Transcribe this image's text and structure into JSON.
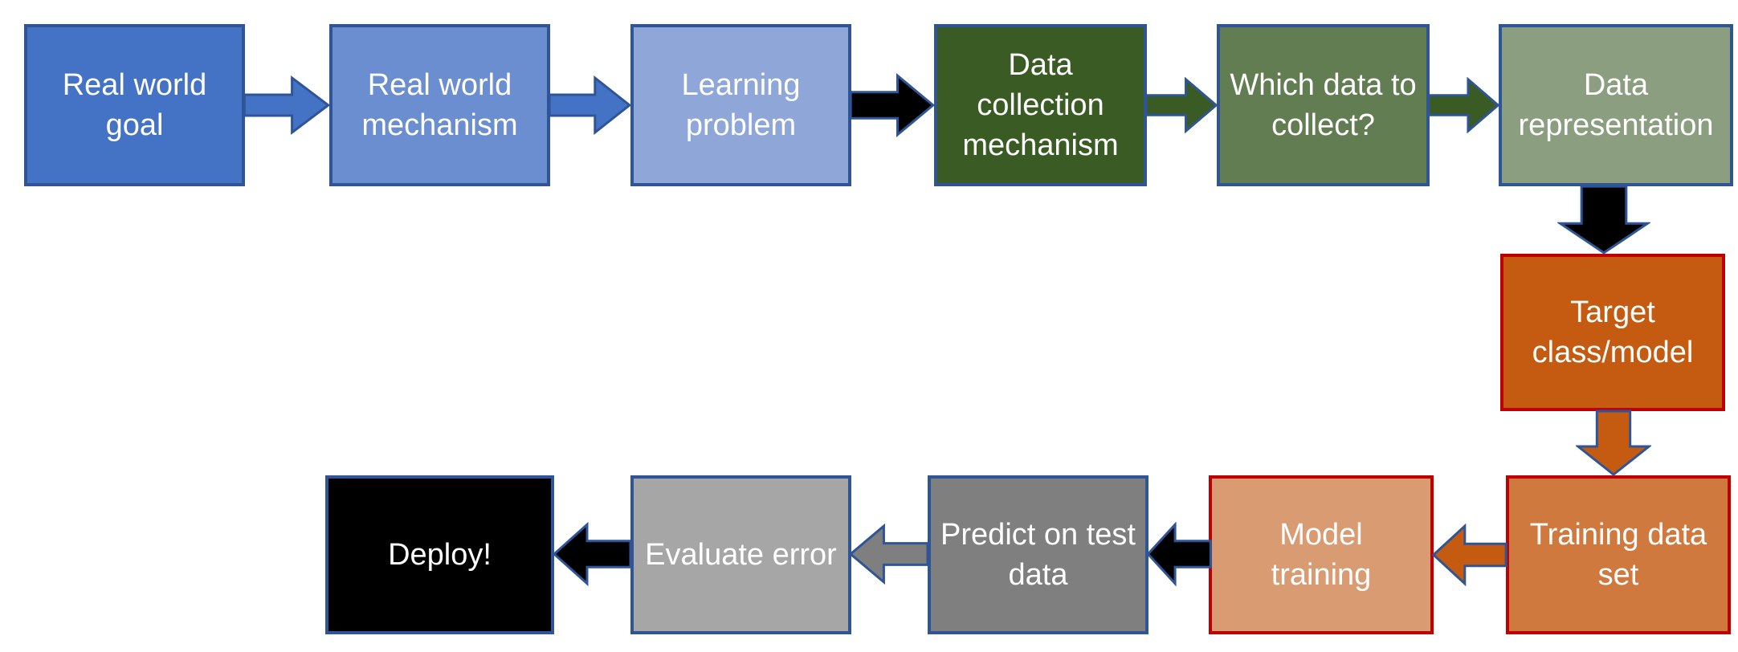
{
  "diagram": {
    "description": "Machine learning workflow flowchart",
    "background_color": "#FFFFFF",
    "border_colors": {
      "blue": "#2F5597",
      "red": "#C00000"
    },
    "nodes": [
      {
        "id": "real-world-goal",
        "label": "Real world\ngoal",
        "fill": "#4472C4",
        "border": "#2F5597",
        "text_color": "#FFFFFF"
      },
      {
        "id": "real-world-mechanism",
        "label": "Real world\nmechanism",
        "fill": "#6B8ED0",
        "border": "#2F5597",
        "text_color": "#FFFFFF"
      },
      {
        "id": "learning-problem",
        "label": "Learning\nproblem",
        "fill": "#8EA6D8",
        "border": "#2F5597",
        "text_color": "#FFFFFF"
      },
      {
        "id": "data-collection-mechanism",
        "label": "Data\ncollection\nmechanism",
        "fill": "#3A5B24",
        "border": "#2F5597",
        "text_color": "#FFFFFF"
      },
      {
        "id": "which-data-to-collect",
        "label": "Which data to\ncollect?",
        "fill": "#637D52",
        "border": "#2F5597",
        "text_color": "#FFFFFF"
      },
      {
        "id": "data-representation",
        "label": "Data\nrepresentation",
        "fill": "#8C9E80",
        "border": "#2F5597",
        "text_color": "#FFFFFF"
      },
      {
        "id": "target-class-model",
        "label": "Target\nclass/model",
        "fill": "#C55A11",
        "border": "#C00000",
        "text_color": "#FFFFFF"
      },
      {
        "id": "training-data-set",
        "label": "Training data\nset",
        "fill": "#D0793F",
        "border": "#C00000",
        "text_color": "#FFFFFF"
      },
      {
        "id": "model-training",
        "label": "Model\ntraining",
        "fill": "#D99B72",
        "border": "#C00000",
        "text_color": "#FFFFFF"
      },
      {
        "id": "predict-on-test-data",
        "label": "Predict on test\ndata",
        "fill": "#7F7F7F",
        "border": "#2F5597",
        "text_color": "#FFFFFF"
      },
      {
        "id": "evaluate-error",
        "label": "Evaluate error",
        "fill": "#A6A6A6",
        "border": "#2F5597",
        "text_color": "#FFFFFF"
      },
      {
        "id": "deploy",
        "label": "Deploy!",
        "fill": "#000000",
        "border": "#2F5597",
        "text_color": "#FFFFFF"
      }
    ],
    "arrows": [
      {
        "from": "real-world-goal",
        "to": "real-world-mechanism",
        "direction": "right",
        "fill": "#4472C4",
        "border": "#2F5597"
      },
      {
        "from": "real-world-mechanism",
        "to": "learning-problem",
        "direction": "right",
        "fill": "#4472C4",
        "border": "#2F5597"
      },
      {
        "from": "learning-problem",
        "to": "data-collection-mechanism",
        "direction": "right",
        "fill": "#000000",
        "border": "#2F5597"
      },
      {
        "from": "data-collection-mechanism",
        "to": "which-data-to-collect",
        "direction": "right",
        "fill": "#3A5B24",
        "border": "#2F5597"
      },
      {
        "from": "which-data-to-collect",
        "to": "data-representation",
        "direction": "right",
        "fill": "#3A5B24",
        "border": "#2F5597"
      },
      {
        "from": "data-representation",
        "to": "target-class-model",
        "direction": "down",
        "fill": "#000000",
        "border": "#2F5597"
      },
      {
        "from": "target-class-model",
        "to": "training-data-set",
        "direction": "down",
        "fill": "#C55A11",
        "border": "#2F5597"
      },
      {
        "from": "training-data-set",
        "to": "model-training",
        "direction": "left",
        "fill": "#C55A11",
        "border": "#2F5597"
      },
      {
        "from": "model-training",
        "to": "predict-on-test-data",
        "direction": "left",
        "fill": "#000000",
        "border": "#2F5597"
      },
      {
        "from": "predict-on-test-data",
        "to": "evaluate-error",
        "direction": "left",
        "fill": "#7F7F7F",
        "border": "#2F5597"
      },
      {
        "from": "evaluate-error",
        "to": "deploy",
        "direction": "left",
        "fill": "#000000",
        "border": "#2F5597"
      }
    ]
  }
}
